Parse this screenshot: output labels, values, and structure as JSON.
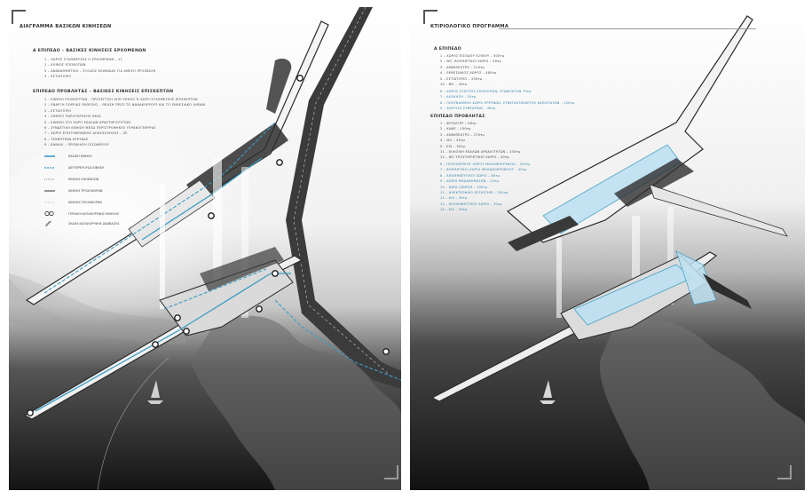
{
  "colors": {
    "accent_blue": "#3d9cc4",
    "light_blue": "#bfe1f2",
    "structure_dark": "#2b2b2b",
    "water_dark": "#1f1f1f",
    "fog_light": "#ececec"
  },
  "left_panel": {
    "title": "ΔΙΑΓΡΑΜΜΑ ΒΑΣΙΚΩΝ ΚΙΝΗΣΕΩΝ",
    "section_a": {
      "heading": "Α ΕΠΙΠΕΔΟ – ΒΑΣΙΚΕΣ ΚΙΝΗΣΕΙΣ ΕΡΧΟΜΕΝΩΝ",
      "items": [
        "1 – ΧΩΡΟΣ ΣΤΑΘΜΕΥΣΗΣ Ο ΕΡΧΟΜΕΝΩΝ – 11",
        "2 – ΚΟΙΝΟΣ ΕΠΙΣΚΟΠΩΝ",
        "3 – ΑΝΑΒΑΘΜΗΤΙΚΟ – ΕΞΟΔΟΣ ΚΛΙΜΑΚΑΣ ΓΙΑ ΑΜΕΣΗ ΠΡΟΣΒΑΣΗ",
        "4 – ΕΣΤΙΑΤΟΡΙΟ"
      ]
    },
    "section_b": {
      "heading": "ΕΠΙΠΕΔΟ ΠΡΟΒΛΗΤΑΣ – ΒΑΣΙΚΕΣ ΚΙΝΗΣΕΙΣ ΕΠΙΣΚΕΠΤΩΝ",
      "items": [
        "1 – ΚΙΝΗΣΗ ΕΠΙΣΚΕΠΤΩΝ – ΠΡΟΣΕΓΓΙΣΗ ΑΠΟ ΥΨΗΛΟ Ή ΧΩΡΟ ΣΤΑΘΜΕΥΣΗΣ ΕΠΙΣΚΕΠΤΩΝ",
        "2 – ΕΝΑΡΞΗ ΠΟΡΕΙΑΣ ΕΚΘΕΣΗΣ – ΘΕΑΣΗ ΠΡΟΣ ΤΟ ΦΑΝΑΚΟΡΡΟΥΣ ΚΑΙ ΤΟ ΕΝΘΕΣΙΑΚΟ ΛΙΜΑΝΙ",
        "3 – ΕΣΤΙΑΤΟΡΙΟ",
        "4 – ΣΗΜΕΙΟ ΠΑΡΑΤΗΡΗΣΗΣ ΘΕΑΣ",
        "5 – ΚΙΝΗΣΗ ΣΤΟ ΧΩΡΟ ΕΚΑΛΩΝ ΔΡΑΣΤΗΡΙΟΤΗΤΩΝ",
        "6 – ΣΥΝΔΕΤΙΚΗ ΚΙΝΗΣΗ ΜΕΣΩ ΠΕΡΙΣΤΡΟΦΗΚΗΣ ΓΕΡΑΝΟΓΕΦΥΡΑΣ",
        "7 – ΧΩΡΟΙ ΕΠΙΣΤΗΜΟΝΙΚΗΣ ΑΠΑΣΧΟΛΗΣΗΣ – ΖΕ",
        "8 – ΤΕΧΝΗΤΕΝΑ ΕΡΕΥΝΑΣ",
        "9 – ΚΑΝΑΛΙ – ΠΡΟΒΛΗΣΗ ΠΙΣΩΝΕΡΙΟΥ"
      ]
    },
    "legend": [
      {
        "label": "ΒΑΣΙΚΗ ΚΙΝΗΣΗ",
        "style": "solid-blue"
      },
      {
        "label": "ΔΕΥΤΕΡΕΥΟΥΣΑ ΚΙΝΗΣΗ",
        "style": "dashed-blue"
      },
      {
        "label": "ΚΙΝΗΣΗ ΟΧΗΜΑΤΩΝ",
        "style": "dotted-gray"
      },
      {
        "label": "ΚΙΝΗΣΗ ΤΡΟΧΟΦΟΡΩΝ",
        "style": "solid-gray"
      },
      {
        "label": "ΚΙΝΗΣΗ ΠΛΟΙΟΦΟΡΩΝ",
        "style": "dotted-light"
      },
      {
        "label": "ΓΕΡΑΝΟΙ ΚΑΤΑΚΟΡΥΦΗΣ ΚΙΝΗΣΗΣ",
        "style": "crane-icon"
      },
      {
        "label": "ΣΚΑΛΑ ΚΑΤΑΚΟΡΥΦΗΣ ΑΝΑΒΑΣΗΣ",
        "style": "stair-icon"
      }
    ]
  },
  "right_panel": {
    "title": "ΚΤΙΡΙΟΛΟΓΙΚΟ ΠΡΟΓΡΑΜΜΑ",
    "section_a": {
      "heading": "Α ΕΠΙΠΕΔΟ",
      "items": [
        "1 – ΧΩΡΟΣ ΕΙΣΟΔΟΥ ΚΟΙΝΟΥ – 300τμ",
        "2 – WC, ΒΟΗΘΗΤΙΚΟΙ ΧΩΡΟΙ – 40τμ",
        "3 – ΑΜΦΙΘΕΑΤΡΟ – 210τμ",
        "4 – ΕΚΘΕΣΙΑΚΟΣ ΧΩΡΟΣ – 480τμ",
        "5 – ΕΣΤΙΑΤΟΡΙΟ – 200τμ",
        "10 – WC – 30τμ"
      ],
      "items_blue": [
        "6 – ΧΩΡΟΣ ΣΥΖΗΤΗΣ ΕΠΙΣΚΟΠΩΝ, ΓΡΑΦΕΙΑΤΩΝ 70τμ",
        "7 – ΔΙΟΙΚΗΣΗ – 50τμ",
        "8 – ΠΟΛΥΒΑΘΜΙΟΙ ΧΩΡΟΙ ΕΡΕΥΝΩΝ, ΣΥΝΕΓΚΑΤΑΣΚΕΥΗΣ ΚΑΘΙΣΤΑΤΩΝ – 120τμ",
        "9 – ΑΙΘΟΥΣΑ ΣΥΝΕΔΡΙΩΝ – 40τμ"
      ]
    },
    "section_b": {
      "heading": "ΕΠΙΠΕΔΟ ΠΡΟΒΛΗΤΑΣ",
      "items": [
        "1 – ΦΟΥΑΓΙΕΡ – 58τμ",
        "2 – ΚΑΦΕ – 150τμ",
        "3 – ΑΜΦΙΘΕΑΤΡΟ – 270τμ",
        "4 – WC – 50τμ",
        "5 – ΚΙΧ – 30τμ",
        "11 – ΧΙΛΙΟΙΚΗ ΕΚΑΛΩΝ ΑΡΧΑΙΟΤΗΤΩΝ – 230τμ",
        "12 – WC ΥΠΟΣΤΗΡΙΚΤΙΚΟΙ ΧΩΡΟΙ – 40τμ"
      ],
      "items_blue": [
        "6 – ΠΟΛΥΧΩΡΙΚΟΣ ΧΩΡΟΣ ΜΗΧΑΝΟΚΡΥΦΕΙΑ – 250τμ",
        "7 – ΒΟΗΘΗΤΙΚΟΙ ΧΩΡΟΙ ΜΗΧΑΝΟΚΡΥΦΕΙΟΥ – 40τμ",
        "8 – ΑΠΟΘΗΚΕΥΤΙΚΟΙ ΧΩΡΟΙ – 80τμ",
        "9 – ΧΩΡΟΙ ΜΗΧΑΝΗΜΑΤΩΝ – 25τμ",
        "10 – DATA CENTER – 100τμ",
        "11 – ΗΛΕΚΤΡΟΝΙΚΟ ΕΡΓΑΣΤΗΡΙ – 250τμ",
        "12 – ΚΙΧ – 30τμ",
        "13 – ΑΠΟΘΗΚΕΥΤΙΚΟΙ ΧΩΡΟΙ – 70τμ",
        "14 – ΚΙΧ – 30τμ"
      ]
    }
  }
}
